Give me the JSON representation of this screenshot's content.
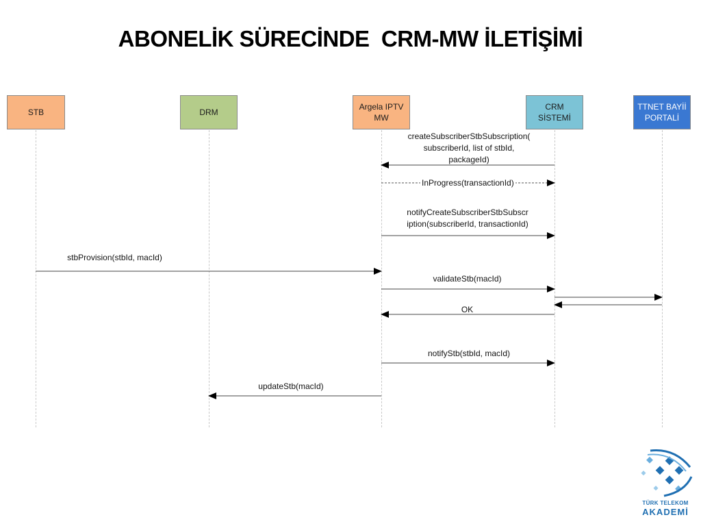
{
  "title": "ABONELİK SÜRECİNDE  CRM-MW İLETİŞİMİ",
  "actors": [
    {
      "id": "stb",
      "label": "STB",
      "color": "#f9b481"
    },
    {
      "id": "drm",
      "label": "DRM",
      "color": "#b4cc8a"
    },
    {
      "id": "mw",
      "label": "Argela IPTV\nMW",
      "color": "#f9b481"
    },
    {
      "id": "crm",
      "label": "CRM\nSİSTEMİ",
      "color": "#7cc3d6"
    },
    {
      "id": "portal",
      "label": "TTNET BAYİİ\nPORTALİ",
      "color": "#3a78d2"
    }
  ],
  "messages": [
    {
      "from": "crm",
      "to": "mw",
      "label": "createSubscriberStbSubscription(\nsubscriberId, list of stbId,\npackageId)",
      "style": "solid"
    },
    {
      "from": "mw",
      "to": "crm",
      "label": "InProgress(transactionId)",
      "style": "dashed"
    },
    {
      "from": "mw",
      "to": "crm",
      "label": "notifyCreateSubscriberStbSubscr\niption(subscriberId, transactionId)",
      "style": "solid"
    },
    {
      "from": "stb",
      "to": "mw",
      "label": "stbProvision(stbId, macId)",
      "style": "solid"
    },
    {
      "from": "mw",
      "to": "crm",
      "label": "validateStb(macId)",
      "style": "solid"
    },
    {
      "from": "crm",
      "to": "portal",
      "label": "",
      "style": "solid"
    },
    {
      "from": "portal",
      "to": "crm",
      "label": "",
      "style": "solid"
    },
    {
      "from": "crm",
      "to": "mw",
      "label": "OK",
      "style": "solid"
    },
    {
      "from": "mw",
      "to": "crm",
      "label": "notifyStb(stbId, macId)",
      "style": "solid"
    },
    {
      "from": "mw",
      "to": "drm",
      "label": "updateStb(macId)",
      "style": "solid"
    }
  ],
  "logo": {
    "line1": "TÜRK TELEKOM",
    "line2": "AKADEMİ",
    "color": "#1f6fb2"
  }
}
